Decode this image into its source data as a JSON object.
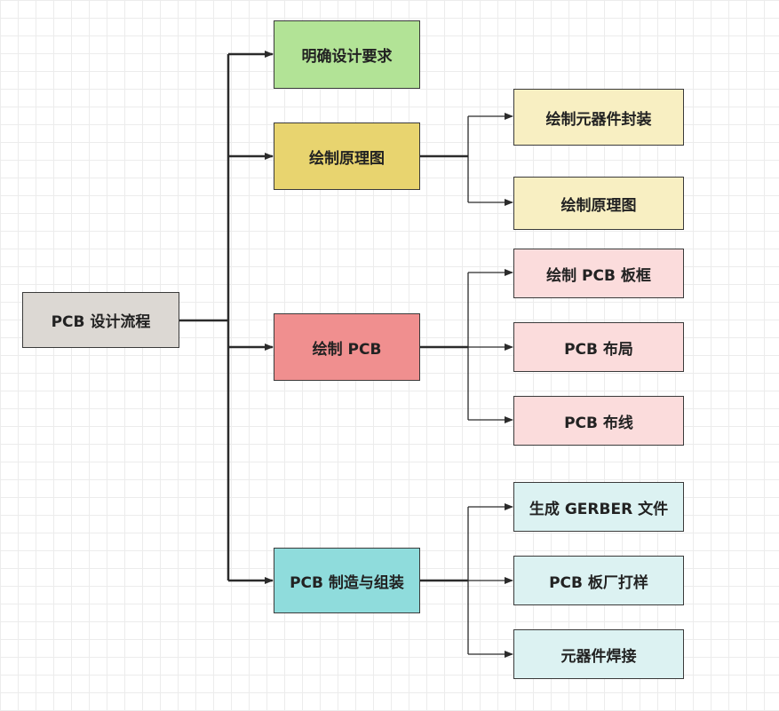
{
  "root": {
    "label": "PCB 设计流程"
  },
  "steps": [
    {
      "label": "明确设计要求",
      "color": "#b2e396"
    },
    {
      "label": "绘制原理图",
      "color": "#e8d46f"
    },
    {
      "label": "绘制 PCB",
      "color": "#f08f8f"
    },
    {
      "label": "PCB 制造与组装",
      "color": "#8fdcdc"
    }
  ],
  "substeps": {
    "schematic": [
      {
        "label": "绘制元器件封装"
      },
      {
        "label": "绘制原理图"
      }
    ],
    "pcb": [
      {
        "label": "绘制 PCB 板框"
      },
      {
        "label": "PCB 布局"
      },
      {
        "label": "PCB 布线"
      }
    ],
    "manufacturing": [
      {
        "label": "生成 GERBER 文件"
      },
      {
        "label": "PCB 板厂打样"
      },
      {
        "label": "元器件焊接"
      }
    ]
  },
  "colors": {
    "root": "#dcd8d3",
    "schematic_sub": "#f8efc2",
    "pcb_sub": "#fbdcdc",
    "manufacturing_sub": "#dcf2f2",
    "connector": "#2b2b2b"
  }
}
